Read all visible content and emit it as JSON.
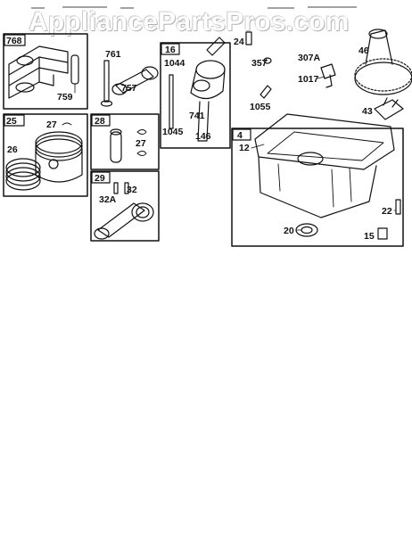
{
  "watermark": {
    "text": "AppliancePartsPros.com"
  },
  "box_labels": {
    "b768": "768",
    "b25": "25",
    "b28": "28",
    "b29": "29",
    "b16": "16",
    "b4": "4"
  },
  "part_labels": {
    "p759": "759",
    "p761": "761",
    "p757": "757",
    "p27a": "27",
    "p26": "26",
    "p27b": "27",
    "p32a": "32A",
    "p32": "32",
    "p1044": "1044",
    "p741": "741",
    "p146": "146",
    "p1045": "1045",
    "p24": "24",
    "p357": "357",
    "p307a": "307A",
    "p46": "46",
    "p1017": "1017",
    "p1055": "1055",
    "p43": "43",
    "p12": "12",
    "p20": "20",
    "p22": "22",
    "p15": "15"
  },
  "colors": {
    "line": "#111111",
    "paper": "#ffffff"
  }
}
